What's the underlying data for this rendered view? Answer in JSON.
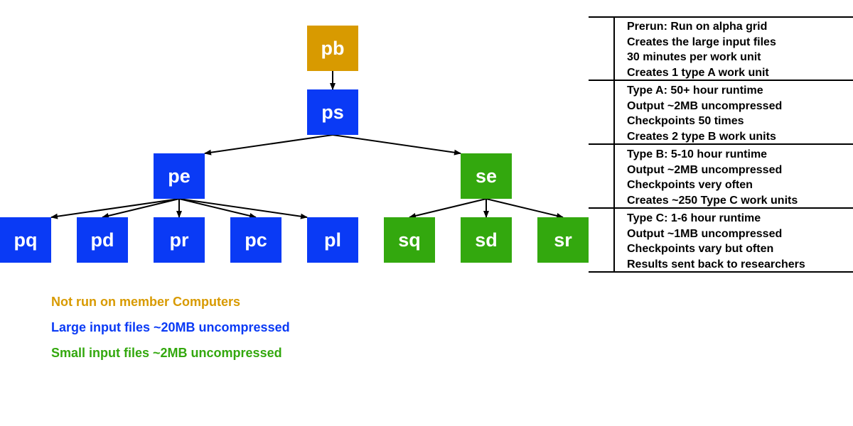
{
  "colors": {
    "prerun": "#D89A00",
    "large_input": "#0A3AF5",
    "small_input": "#33A80E",
    "text": "#000000",
    "line": "#000000"
  },
  "nodes": {
    "pb": {
      "label": "pb",
      "group": "prerun"
    },
    "ps": {
      "label": "ps",
      "group": "large_input"
    },
    "pe": {
      "label": "pe",
      "group": "large_input"
    },
    "se": {
      "label": "se",
      "group": "small_input"
    },
    "pq": {
      "label": "pq",
      "group": "large_input"
    },
    "pd": {
      "label": "pd",
      "group": "large_input"
    },
    "pr": {
      "label": "pr",
      "group": "large_input"
    },
    "pc": {
      "label": "pc",
      "group": "large_input"
    },
    "pl": {
      "label": "pl",
      "group": "large_input"
    },
    "sq": {
      "label": "sq",
      "group": "small_input"
    },
    "sd": {
      "label": "sd",
      "group": "small_input"
    },
    "sr": {
      "label": "sr",
      "group": "small_input"
    }
  },
  "edges": [
    {
      "from": "pb",
      "to": "ps"
    },
    {
      "from": "ps",
      "to": "pe"
    },
    {
      "from": "ps",
      "to": "se"
    },
    {
      "from": "pe",
      "to": "pq"
    },
    {
      "from": "pe",
      "to": "pd"
    },
    {
      "from": "pe",
      "to": "pr"
    },
    {
      "from": "pe",
      "to": "pc"
    },
    {
      "from": "pe",
      "to": "pl"
    },
    {
      "from": "se",
      "to": "sq"
    },
    {
      "from": "se",
      "to": "sd"
    },
    {
      "from": "se",
      "to": "sr"
    }
  ],
  "legend": [
    {
      "text": "Not run on member Computers",
      "group": "prerun"
    },
    {
      "text": "Large input files ~20MB uncompressed",
      "group": "large_input"
    },
    {
      "text": "Small input files ~2MB uncompressed",
      "group": "small_input"
    }
  ],
  "info_table": [
    {
      "lines": [
        "Prerun:  Run on alpha grid",
        "Creates the large input files",
        "30 minutes per work unit",
        "Creates 1 type A work unit"
      ]
    },
    {
      "lines": [
        "Type A:  50+ hour runtime",
        "Output ~2MB uncompressed",
        "Checkpoints 50 times",
        "Creates 2 type B work units"
      ]
    },
    {
      "lines": [
        "Type B:  5-10 hour runtime",
        "Output ~2MB uncompressed",
        "Checkpoints very often",
        "Creates ~250 Type C work units"
      ]
    },
    {
      "lines": [
        "Type C:  1-6 hour runtime",
        "Output ~1MB uncompressed",
        "Checkpoints vary but often",
        "Results sent back to researchers"
      ]
    }
  ]
}
